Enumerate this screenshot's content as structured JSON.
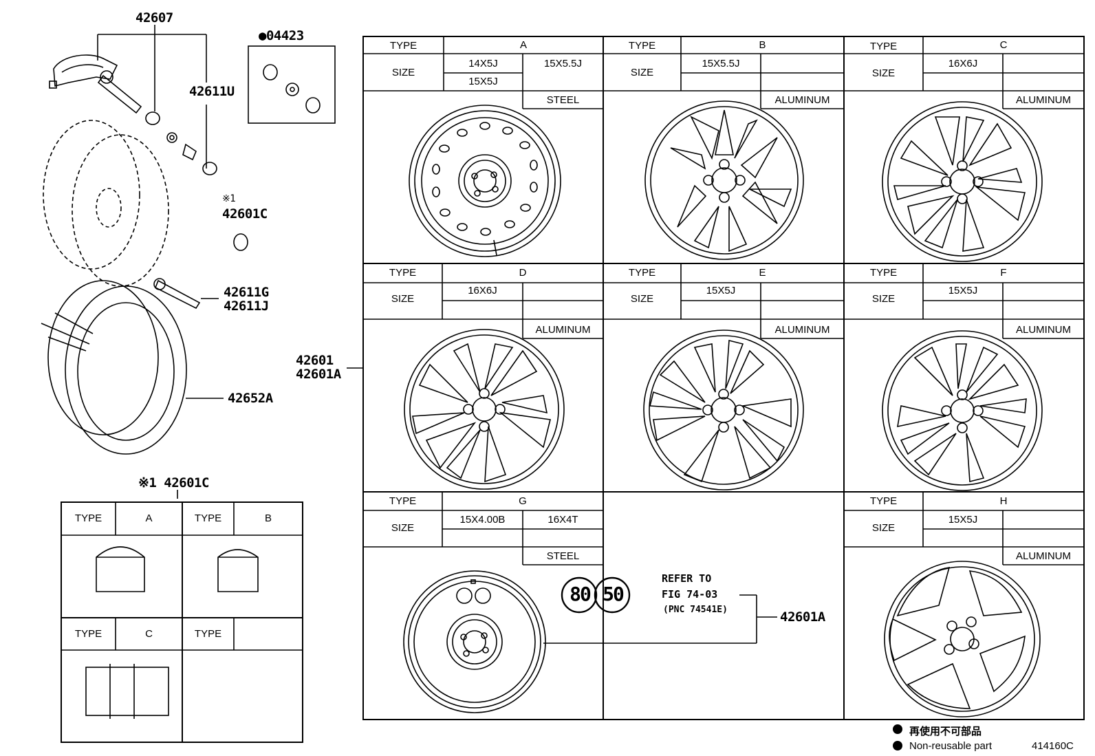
{
  "parts": {
    "sensor": "42607",
    "kit": "●04423",
    "valve_core": "42611U",
    "nut_note_1": "※1",
    "nut": "42601C",
    "valve_g": "42611G",
    "valve_j": "42611J",
    "tire": "42652A",
    "wheel_1": "42601",
    "wheel_2": "42601A",
    "nut_table_title": "※1 42601C",
    "refer_target": "42601A"
  },
  "wheel_table": {
    "type_label": "TYPE",
    "size_label": "SIZE",
    "wheels": [
      {
        "type": "A",
        "sizes": [
          "14X5J",
          "15X5J",
          "15X5.5J"
        ],
        "material": "STEEL"
      },
      {
        "type": "B",
        "sizes": [
          "15X5.5J"
        ],
        "material": "ALUMINUM"
      },
      {
        "type": "C",
        "sizes": [
          "16X6J"
        ],
        "material": "ALUMINUM"
      },
      {
        "type": "D",
        "sizes": [
          "16X6J"
        ],
        "material": "ALUMINUM"
      },
      {
        "type": "E",
        "sizes": [
          "15X5J"
        ],
        "material": "ALUMINUM"
      },
      {
        "type": "F",
        "sizes": [
          "15X5J"
        ],
        "material": "ALUMINUM"
      },
      {
        "type": "G",
        "sizes": [
          "15X4.00B",
          "16X4T"
        ],
        "material": "STEEL"
      },
      {
        "type": "H",
        "sizes": [
          "15X5J"
        ],
        "material": "ALUMINUM"
      }
    ]
  },
  "nut_table": {
    "type_label": "TYPE",
    "types": [
      "A",
      "B",
      "C",
      ""
    ]
  },
  "refer": {
    "badge_1": "80",
    "badge_2": "50",
    "line1": "REFER TO",
    "line2": "FIG 74-03",
    "line3": "(PNC 74541E)"
  },
  "legend": {
    "jp": "再使用不可部品",
    "en": "Non-reusable part",
    "code": "414160C"
  }
}
